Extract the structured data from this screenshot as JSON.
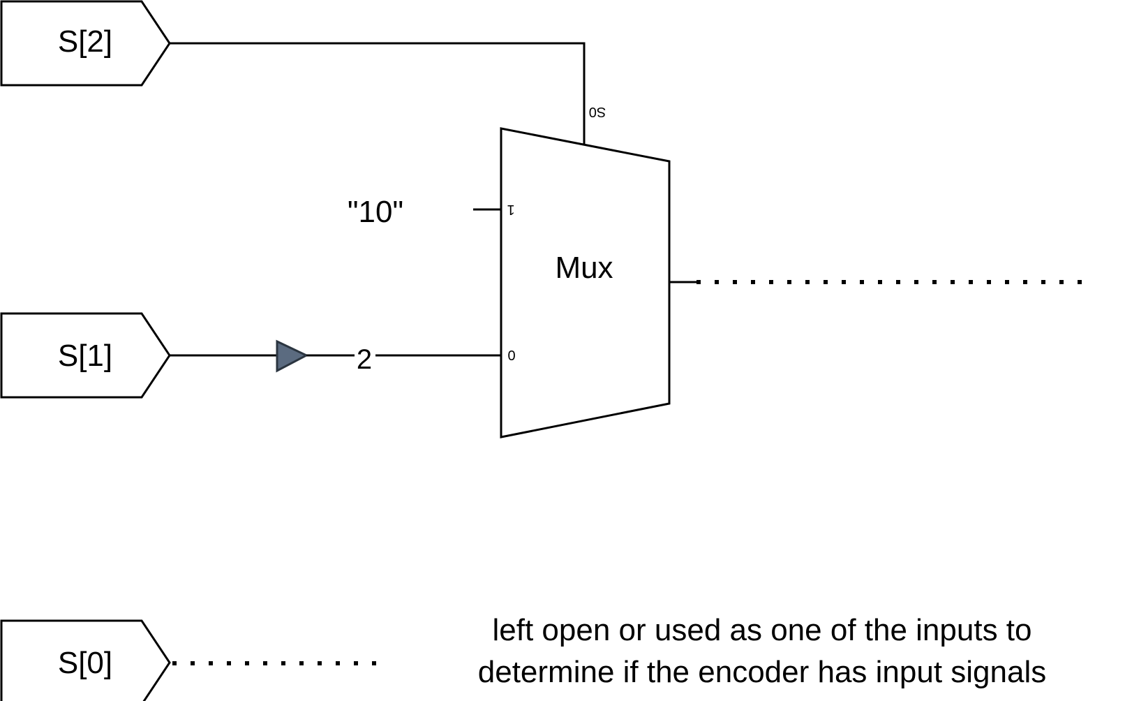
{
  "ports": {
    "s2": "S[2]",
    "s1": "S[1]",
    "s0": "S[0]"
  },
  "mux": {
    "label": "Mux",
    "select_label": "S0",
    "input1_label": "1",
    "input0_label": "0"
  },
  "constant": "\"10\"",
  "bus_width": "2",
  "note": {
    "line1": "left open or used as one of the inputs to",
    "line2": "determine if the encoder has input signals"
  },
  "colors": {
    "buffer_fill": "#5b6b80",
    "stroke": "#000000",
    "background": "#ffffff"
  }
}
